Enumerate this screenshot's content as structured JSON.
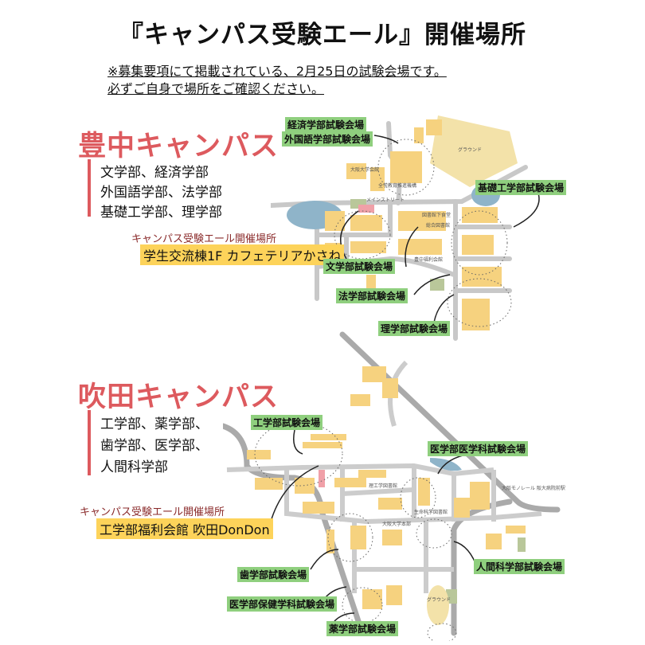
{
  "title": "『キャンパス受験エール』開催場所",
  "notes": [
    "※募集要項にて掲載されている、2月25日の試験会場です。",
    "必ずご自身で場所をご確認ください。"
  ],
  "toyonaka": {
    "name": "豊中キャンパス",
    "faculties": [
      "文学部、経済学部",
      "外国語学部、法学部",
      "基礎工学部、理学部"
    ],
    "venue_caption": "キャンパス受験エール開催場所",
    "venue": "学生交流棟1F カフェテリアかさね",
    "exam_sites": [
      "経済学部試験会場",
      "外国語学部試験会場",
      "基礎工学部試験会場",
      "文学部試験会場",
      "法学部試験会場",
      "理学部試験会場"
    ],
    "map_labels": [
      "グラウンド",
      "大阪大学会館",
      "全学教育推進機構",
      "メインストリート",
      "図書館下食堂",
      "総合図書館",
      "豊中福利会館"
    ]
  },
  "suita": {
    "name": "吹田キャンパス",
    "faculties": [
      "工学部、薬学部、",
      "歯学部、医学部、",
      "人間科学部"
    ],
    "venue_caption": "キャンパス受験エール開催場所",
    "venue": "工学部福利会館 吹田DonDon",
    "exam_sites": [
      "工学部試験会場",
      "医学部医学科試験会場",
      "人間科学部試験会場",
      "歯学部試験会場",
      "医学部保健学科試験会場",
      "薬学部試験会場"
    ],
    "map_labels": [
      "理工学図書館",
      "大阪大学本部",
      "グラウンド",
      "生命科学図書館",
      "大阪モノレール 阪大病院前駅"
    ]
  },
  "colors": {
    "accent": "#dd5a5e",
    "venue_highlight": "#fdd35a",
    "exam_tag": "#8fcf7e",
    "building": "#f6d27f",
    "pond": "#8fb4c9",
    "road": "#c8c8c8"
  }
}
